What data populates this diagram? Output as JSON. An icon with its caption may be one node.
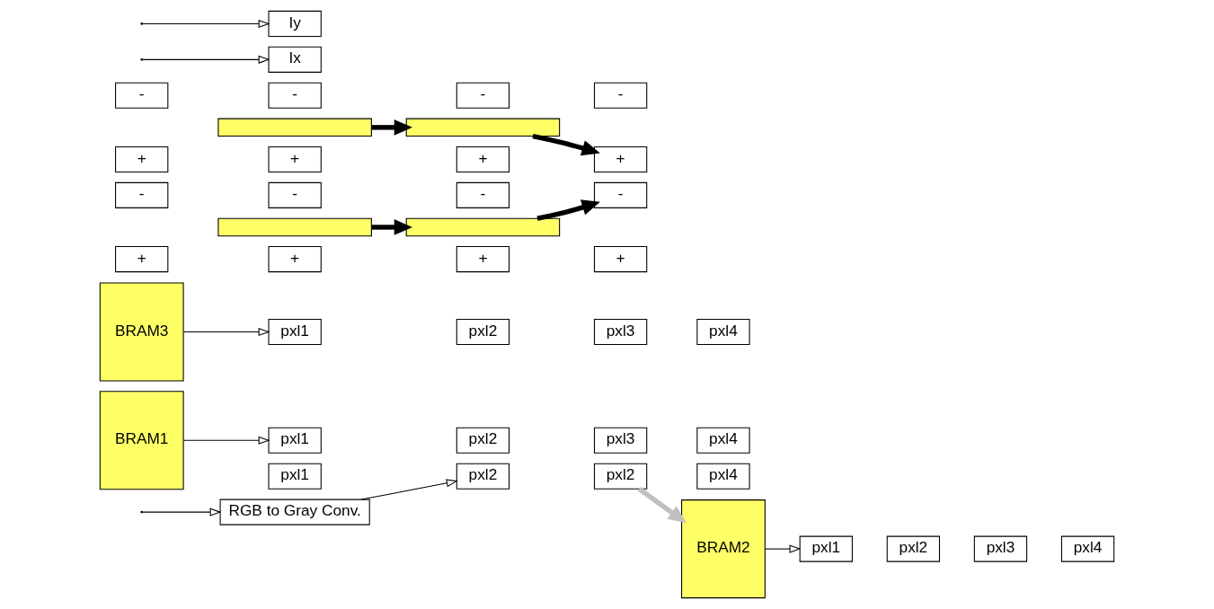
{
  "diagram": {
    "nodes": [
      {
        "text": [
          "RGB to Gray Conv."
        ]
      },
      {
        "text": [
          "pxl1"
        ]
      },
      {
        "text": [
          "pxl2"
        ]
      },
      {
        "text": [
          "pxl2"
        ]
      },
      {
        "text": [
          "pxl4"
        ]
      },
      {
        "text": [
          "BRAM1"
        ]
      },
      {
        "text": [
          "BRAM2"
        ]
      },
      {
        "text": [
          "BRAM3"
        ]
      },
      {
        "text": [
          "pxl1"
        ]
      },
      {
        "text": [
          "pxl2"
        ]
      },
      {
        "text": [
          "pxl3"
        ]
      },
      {
        "text": [
          "pxl4"
        ]
      },
      {
        "text": [
          "pxl1"
        ]
      },
      {
        "text": [
          "pxl2"
        ]
      },
      {
        "text": [
          "pxl3"
        ]
      },
      {
        "text": [
          "pxl4"
        ]
      },
      {
        "text": [
          "pxl1"
        ]
      },
      {
        "text": [
          "pxl2"
        ]
      },
      {
        "text": [
          "pxl3"
        ]
      },
      {
        "text": [
          "pxl4"
        ]
      },
      {
        "text": [
          "+"
        ]
      },
      {
        "text": [
          "+"
        ]
      },
      {
        "text": [
          "+"
        ]
      },
      {
        "text": [
          "+"
        ]
      },
      {
        "text": [
          "-"
        ]
      },
      {
        "text": [
          "-"
        ]
      },
      {
        "text": [
          "-"
        ]
      },
      {
        "text": [
          "-"
        ]
      },
      {
        "text": [],
        "shape": "bar"
      },
      {
        "text": [],
        "shape": "bar"
      },
      {
        "text": [],
        "shape": "bar"
      },
      {
        "text": [],
        "shape": "bar"
      },
      {
        "text": [
          "-"
        ]
      },
      {
        "text": [
          "-"
        ]
      },
      {
        "text": [
          "-"
        ]
      },
      {
        "text": [
          "-"
        ]
      },
      {
        "text": [
          "+"
        ]
      },
      {
        "text": [
          "+"
        ]
      },
      {
        "text": [
          "+"
        ]
      },
      {
        "text": [
          "+"
        ]
      },
      {
        "text": [
          "Ix"
        ]
      },
      {
        "text": [
          "Iy"
        ]
      }
    ],
    "edges": [
      {
        "from": null,
        "to": 0,
        "arrow": "to"
      },
      {
        "from": 0,
        "to": 2,
        "arrow": "to"
      },
      {
        "from": 3,
        "to": 6,
        "arrow": "to",
        "style": "thick",
        "color": "#c0c0c0"
      },
      {
        "from": 5,
        "to": 8,
        "arrow": "to"
      },
      {
        "from": 6,
        "to": 12,
        "arrow": "to"
      },
      {
        "from": 7,
        "to": 16,
        "arrow": "to"
      },
      {
        "from": 28,
        "to": 29,
        "arrow": "to",
        "style": "thick",
        "color": "#000000"
      },
      {
        "from": 29,
        "to": 27,
        "arrow": "to",
        "style": "thick",
        "color": "#000000"
      },
      {
        "from": null,
        "to": 40,
        "arrow": "to"
      },
      {
        "from": 30,
        "to": 31,
        "arrow": "to",
        "style": "thick",
        "color": "#000000"
      },
      {
        "from": 31,
        "to": 39,
        "arrow": "to",
        "style": "thick",
        "color": "#000000"
      },
      {
        "from": null,
        "to": 41,
        "arrow": "to"
      }
    ]
  }
}
